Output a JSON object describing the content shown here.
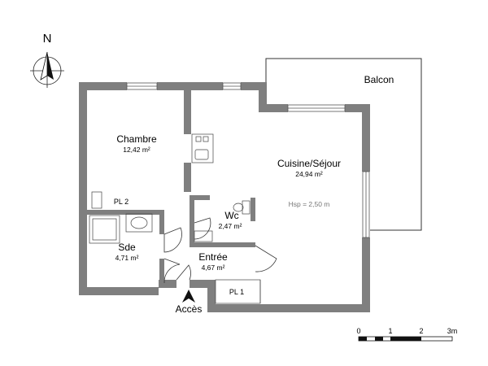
{
  "compass": {
    "label": "N"
  },
  "rooms": {
    "balcon": {
      "name": "Balcon"
    },
    "chambre": {
      "name": "Chambre",
      "area": "12,42 m²"
    },
    "cuisine": {
      "name": "Cuisine/Séjour",
      "area": "24,94 m²",
      "height": "Hsp = 2,50 m"
    },
    "wc": {
      "name": "Wc",
      "area": "2,47 m²"
    },
    "sde": {
      "name": "Sde",
      "area": "4,71 m²"
    },
    "entree": {
      "name": "Entrée",
      "area": "4,67 m²"
    },
    "pl2": {
      "name": "PL 2"
    },
    "pl1": {
      "name": "PL 1"
    }
  },
  "access": {
    "label": "Accès"
  },
  "scale": {
    "ticks": [
      "0",
      "1",
      "2",
      "3m"
    ]
  },
  "colors": {
    "wall": "#7f7f7f",
    "line": "#333333"
  }
}
